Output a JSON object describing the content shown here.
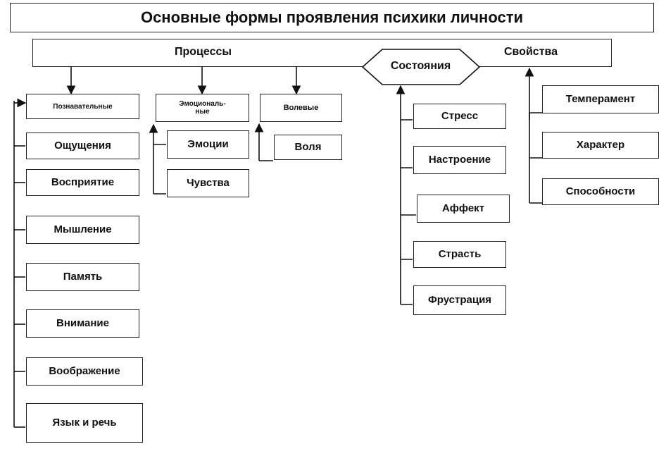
{
  "title": "Основные формы проявления психики личности",
  "top": {
    "processes": "Процессы",
    "states": "Состояния",
    "properties": "Свойства"
  },
  "cognitive": {
    "header": "Познавательные",
    "items": [
      "Ощущения",
      "Восприятие",
      "Мышление",
      "Память",
      "Внимание",
      "Воображение",
      "Язык и речь"
    ]
  },
  "emotional": {
    "header": "Эмоциональ-\nные",
    "items": [
      "Эмоции",
      "Чувства"
    ]
  },
  "volitional": {
    "header": "Волевые",
    "items": [
      "Воля"
    ]
  },
  "states": {
    "items": [
      "Стресс",
      "Настроение",
      "Аффект",
      "Страсть",
      "Фрустрация"
    ]
  },
  "properties": {
    "items": [
      "Темперамент",
      "Характер",
      "Способности"
    ]
  }
}
